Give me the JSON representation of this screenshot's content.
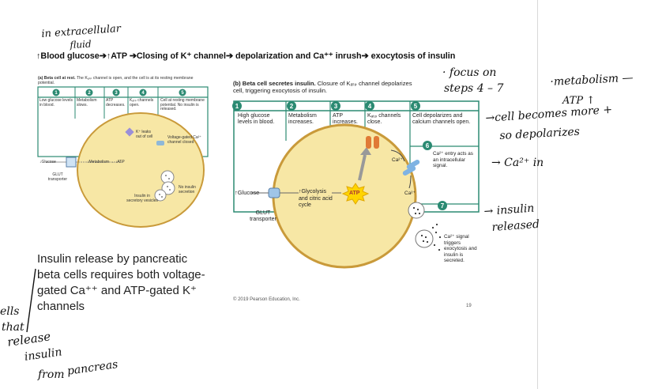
{
  "slide": {
    "headline": "↑Blood glucose➔↑ATP ➔Closing of K⁺ channel➔ depolarization and Ca⁺⁺ inrush➔ exocytosis of insulin",
    "caption_lines": [
      "Insulin release by pancreatic",
      "beta cells requires both voltage-",
      "gated Ca⁺⁺ and ATP-gated K⁺",
      "channels"
    ],
    "copyright": "© 2019 Pearson Education, Inc.",
    "page_number": "19"
  },
  "panel_a": {
    "title_bold": "(a) Beta cell at rest.",
    "title_rest": "The Kₐₜₚ channel is open, and the cell is at its resting membrane potential.",
    "steps": [
      {
        "num": "1",
        "text": "Low glucose levels in blood."
      },
      {
        "num": "2",
        "text": "Metabolism slows."
      },
      {
        "num": "3",
        "text": "ATP decreases."
      },
      {
        "num": "4",
        "text": "Kₐₜₚ channels open."
      },
      {
        "num": "5",
        "text": "Cell at resting membrane potential. No insulin is released."
      }
    ],
    "k_leak": "K⁺ leaks out of cell",
    "ca_closed": "Voltage-gated Ca²⁺ channel closed",
    "glucose": "↓Glucose",
    "metabolism": "↓Metabolism → ↓ATP",
    "glut": "GLUT transporter",
    "vesicles": "Insulin in secretory vesicles",
    "no_secretion": "No insulin secretion"
  },
  "panel_b": {
    "title_bold": "(b) Beta cell secretes insulin.",
    "title_rest": "Closure of Kₐₜₚ channel depolarizes cell, triggering exocytosis of insulin.",
    "steps": [
      {
        "num": "1",
        "text": "High glucose levels in blood."
      },
      {
        "num": "2",
        "text": "Metabolism increases."
      },
      {
        "num": "3",
        "text": "ATP increases."
      },
      {
        "num": "4",
        "text": "Kₐₜₚ channels close."
      },
      {
        "num": "5",
        "text": "Cell depolarizes and calcium channels open."
      }
    ],
    "step6": {
      "num": "6",
      "text": "Ca²⁺ entry acts as an intracellular signal."
    },
    "step7": {
      "num": "7",
      "text": "Ca²⁺ signal triggers exocytosis and insulin is secreted."
    },
    "glucose": "↑Glucose",
    "glycolysis": "↑Glycolysis",
    "citric": "and citric acid cycle",
    "atp": "ATP",
    "glut": "GLUT transporter",
    "ca_label": "Ca²⁺"
  },
  "annotations": {
    "top_1": "in extracellular",
    "top_2": "fluid",
    "focus": "· focus on",
    "steps": "steps 4 – 7",
    "metabolism": "·metabolism —",
    "atp": "ATP ↑",
    "cell_depol_1": "→cell becomes more +",
    "cell_depol_2": "so depolarizes",
    "ca_in": "→ Ca²⁺ in",
    "insulin_1": "→ insulin",
    "insulin_2": "released",
    "left_1": "ells",
    "left_2": "that",
    "left_3": "release",
    "left_4": "insulin",
    "left_5": "from",
    "left_6": "pancreas"
  },
  "colors": {
    "teal": "#2b8a72",
    "cell_fill": "#f7e7a5",
    "cell_edge": "#c99a3a",
    "atp_yellow": "#ffd400"
  }
}
